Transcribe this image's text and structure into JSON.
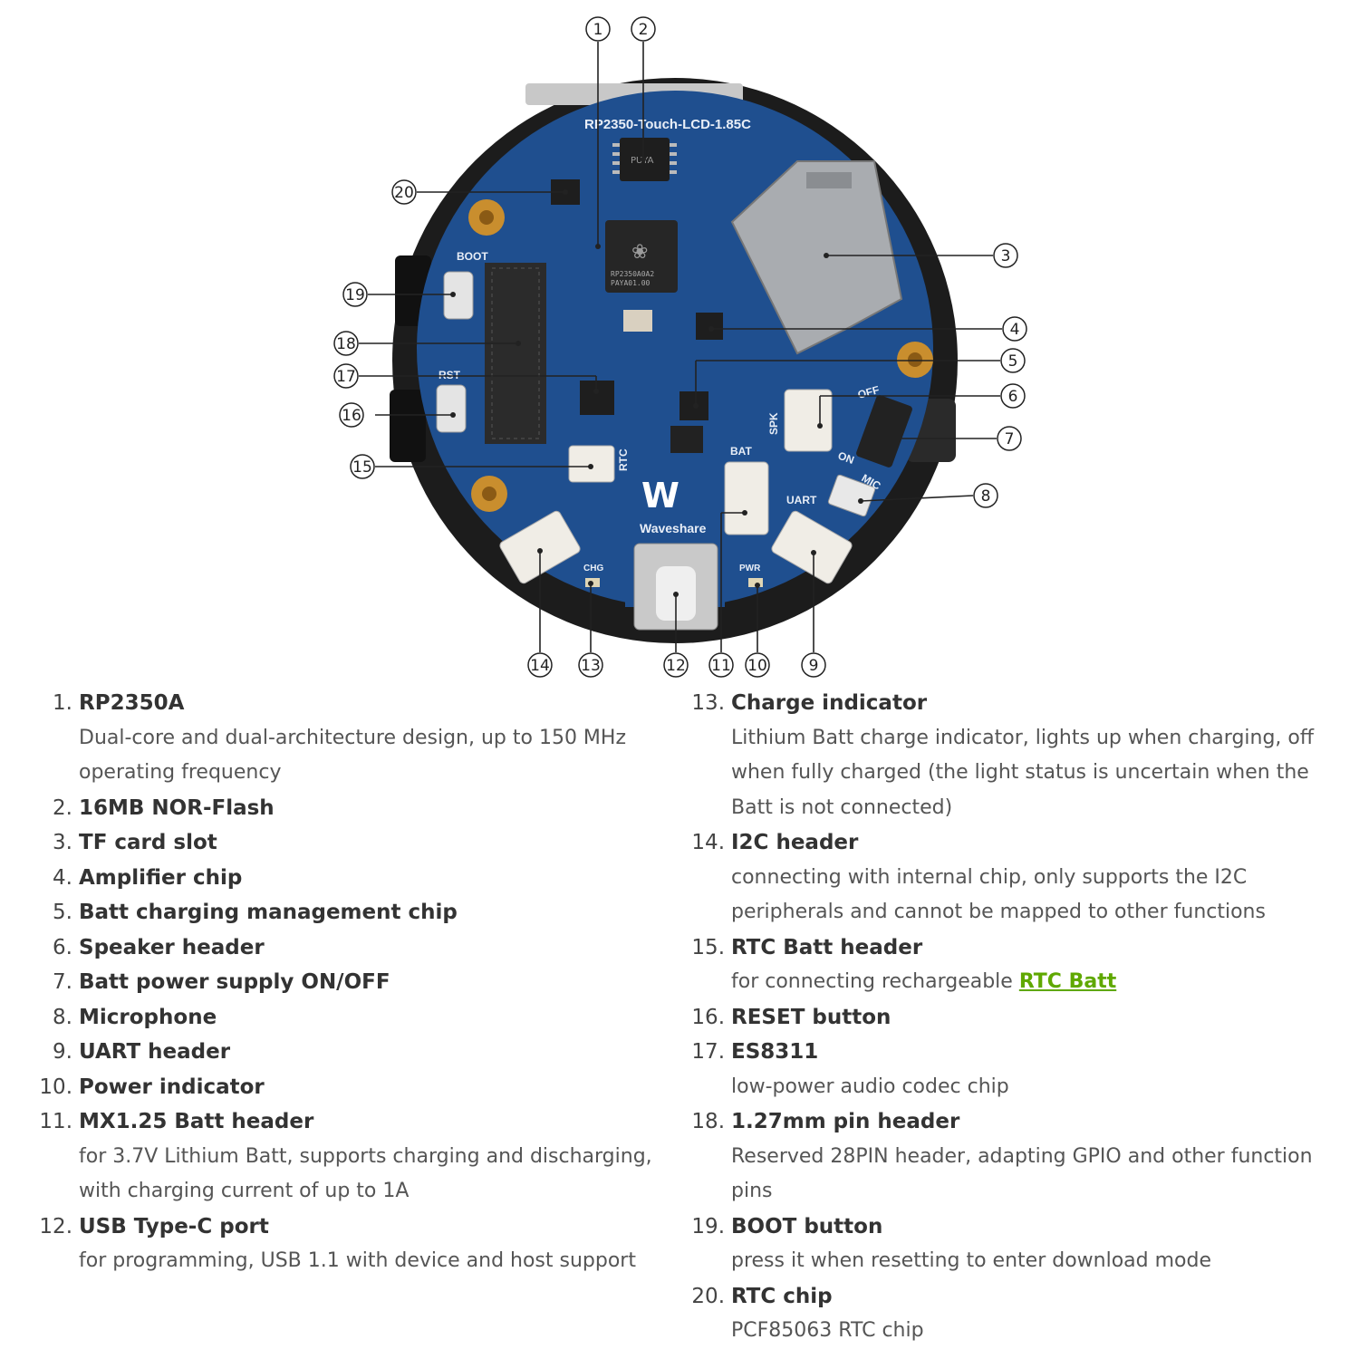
{
  "board_label": "RP2350-Touch-LCD-1.85C",
  "silkscreen": {
    "boot": "BOOT",
    "rst": "RST",
    "rtc": "RTC",
    "bat": "BAT",
    "uart": "UART",
    "spk": "SPK",
    "mic": "MIC",
    "off": "OFF",
    "on": "ON",
    "chg": "CHG",
    "pwr": "PWR",
    "brand": "Waveshare"
  },
  "chip_markings": {
    "mcu_line1": "RP2350A0A2",
    "mcu_line2": "PAYA01.00",
    "flash": "PUYA"
  },
  "callouts": [
    "1",
    "2",
    "3",
    "4",
    "5",
    "6",
    "7",
    "8",
    "9",
    "10",
    "11",
    "12",
    "13",
    "14",
    "15",
    "16",
    "17",
    "18",
    "19",
    "20"
  ],
  "left_items": [
    {
      "num": "1.",
      "title": "RP2350A",
      "lines": [
        "Dual-core and dual-architecture design, up to 150 MHz",
        "operating frequency"
      ]
    },
    {
      "num": "2.",
      "title": "16MB NOR-Flash",
      "lines": []
    },
    {
      "num": "3.",
      "title": "TF card slot",
      "lines": []
    },
    {
      "num": "4.",
      "title": "Amplifier chip",
      "lines": []
    },
    {
      "num": "5.",
      "title": "Batt charging management chip",
      "lines": []
    },
    {
      "num": "6.",
      "title": "Speaker header",
      "lines": []
    },
    {
      "num": "7.",
      "title": "Batt power supply ON/OFF",
      "lines": []
    },
    {
      "num": "8.",
      "title": "Microphone",
      "lines": []
    },
    {
      "num": "9.",
      "title": "UART header",
      "lines": []
    },
    {
      "num": "10.",
      "title": "Power indicator",
      "lines": []
    },
    {
      "num": "11.",
      "title": "MX1.25 Batt header",
      "lines": [
        "for 3.7V Lithium Batt, supports charging and discharging,",
        "with charging current of up to 1A"
      ]
    },
    {
      "num": "12.",
      "title": "USB Type-C port",
      "lines": [
        "for programming, USB 1.1 with device and host support"
      ]
    }
  ],
  "right_items": [
    {
      "num": "13.",
      "title": "Charge indicator",
      "lines": [
        "Lithium Batt charge indicator, lights up when charging, off",
        "when fully charged (the light status is uncertain when the",
        "Batt is not connected)"
      ]
    },
    {
      "num": "14.",
      "title": "I2C header",
      "lines": [
        "connecting with internal chip, only supports the I2C",
        "peripherals and cannot be mapped to other functions"
      ]
    },
    {
      "num": "15.",
      "title": "RTC Batt header",
      "lines": [],
      "desc_prefix": "for connecting rechargeable ",
      "desc_link": "RTC Batt"
    },
    {
      "num": "16.",
      "title": "RESET button",
      "lines": []
    },
    {
      "num": "17.",
      "title": "ES8311",
      "lines": [
        "low-power audio codec chip"
      ]
    },
    {
      "num": "18.",
      "title": "1.27mm pin header",
      "lines": [
        "Reserved 28PIN header, adapting GPIO and other function",
        "pins"
      ]
    },
    {
      "num": "19.",
      "title": "BOOT button",
      "lines": [
        "press it when resetting to enter download mode"
      ]
    },
    {
      "num": "20.",
      "title": "RTC chip",
      "lines": [
        "PCF85063 RTC chip"
      ]
    }
  ],
  "colors": {
    "pcb": "#1f4f8f",
    "case": "#1a1a1a",
    "link": "#5fa800"
  }
}
